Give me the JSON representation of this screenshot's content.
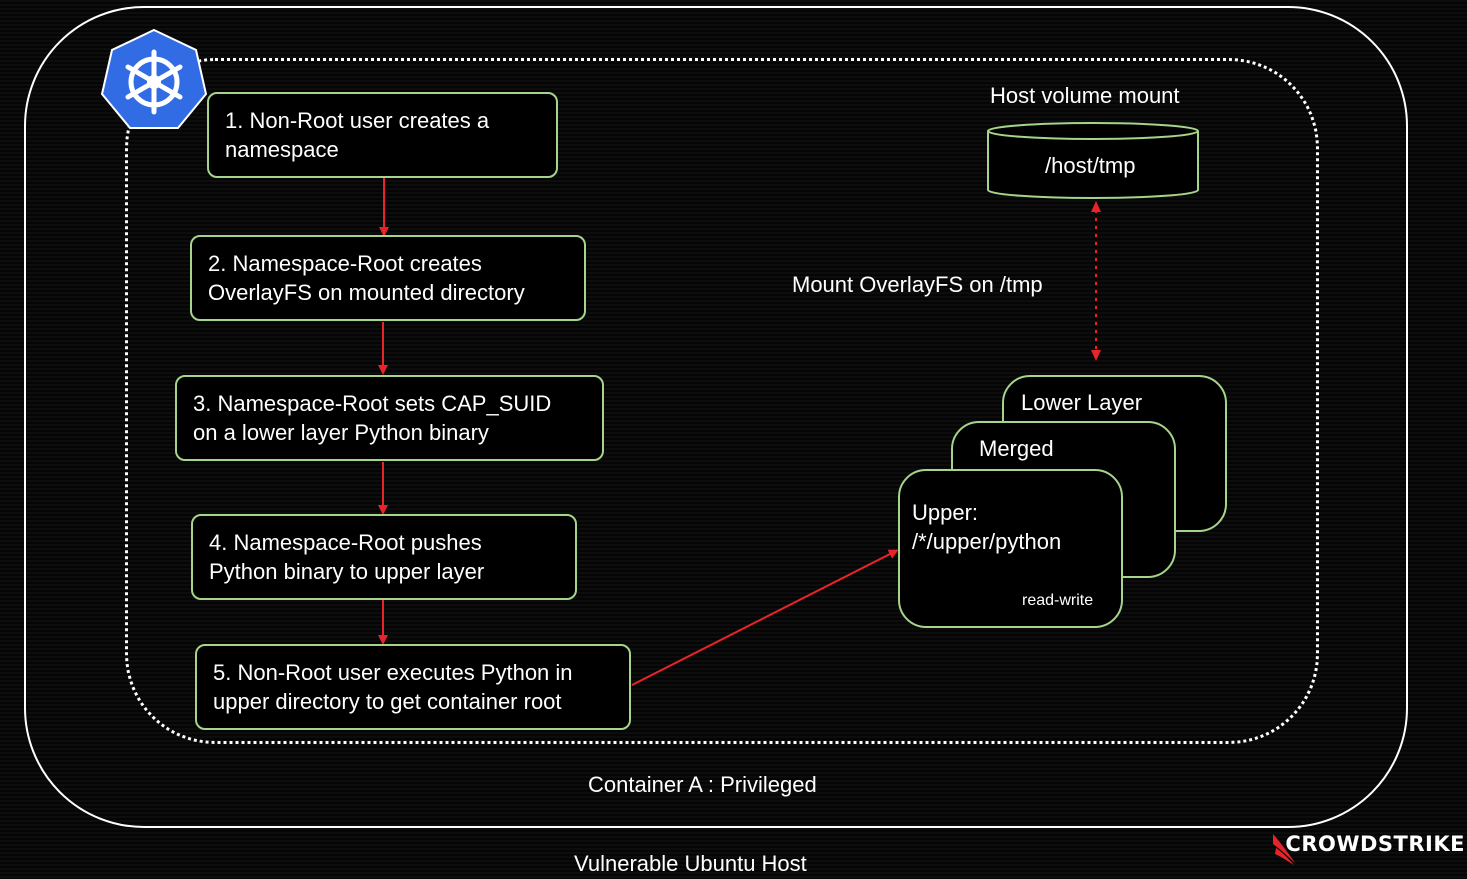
{
  "host_label": "Vulnerable Ubuntu Host",
  "container_label": "Container A : Privileged",
  "steps": [
    {
      "text": "1. Non-Root user creates a\nnamespace"
    },
    {
      "text": "2. Namespace-Root creates\nOverlayFS on mounted directory"
    },
    {
      "text": "3. Namespace-Root sets CAP_SUID\non a lower layer Python binary"
    },
    {
      "text": "4. Namespace-Root pushes\nPython binary to upper layer"
    },
    {
      "text": "5. Non-Root user executes Python in\nupper directory to get container root"
    }
  ],
  "volume": {
    "title": "Host volume mount",
    "path": "/host/tmp"
  },
  "mount_label": "Mount OverlayFS on /tmp",
  "layers": {
    "lower": "Lower Layer",
    "merged": "Merged",
    "upper_title": "Upper:",
    "upper_path": "/*/upper/python",
    "upper_mode": "read-write"
  },
  "brand": "CROWDSTRIKE",
  "colors": {
    "box_border": "#a5d48a",
    "arrow": "#e8242a",
    "k8s_blue": "#326ce5",
    "brand_red": "#e8242a"
  },
  "icons": {
    "kubernetes": "kubernetes-logo-icon",
    "falcon": "crowdstrike-falcon-icon"
  }
}
